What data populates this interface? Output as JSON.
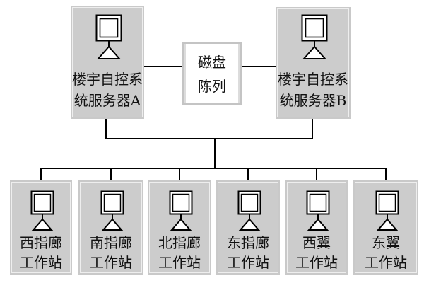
{
  "diagram": {
    "servers": [
      {
        "id": "server-a",
        "line1": "楼宇自控系",
        "line2": "统服务器A"
      },
      {
        "id": "server-b",
        "line1": "楼宇自控系",
        "line2": "统服务器B"
      }
    ],
    "disk": {
      "line1": "磁盘",
      "line2": "陈列"
    },
    "stations": [
      {
        "id": "west-corridor",
        "line1": "西指廊",
        "line2": "工作站"
      },
      {
        "id": "south-corridor",
        "line1": "南指廊",
        "line2": "工作站"
      },
      {
        "id": "north-corridor",
        "line1": "北指廊",
        "line2": "工作站"
      },
      {
        "id": "east-corridor",
        "line1": "东指廊",
        "line2": "工作站"
      },
      {
        "id": "west-wing",
        "line1": "西翼",
        "line2": "工作站"
      },
      {
        "id": "east-wing",
        "line1": "东翼",
        "line2": "工作站"
      }
    ],
    "colors": {
      "box_fill": "#cccccc",
      "line": "#000000",
      "disk_fill": "#ffffff"
    },
    "icons": {
      "server": "computer-monitor-icon",
      "station": "computer-monitor-icon"
    }
  }
}
